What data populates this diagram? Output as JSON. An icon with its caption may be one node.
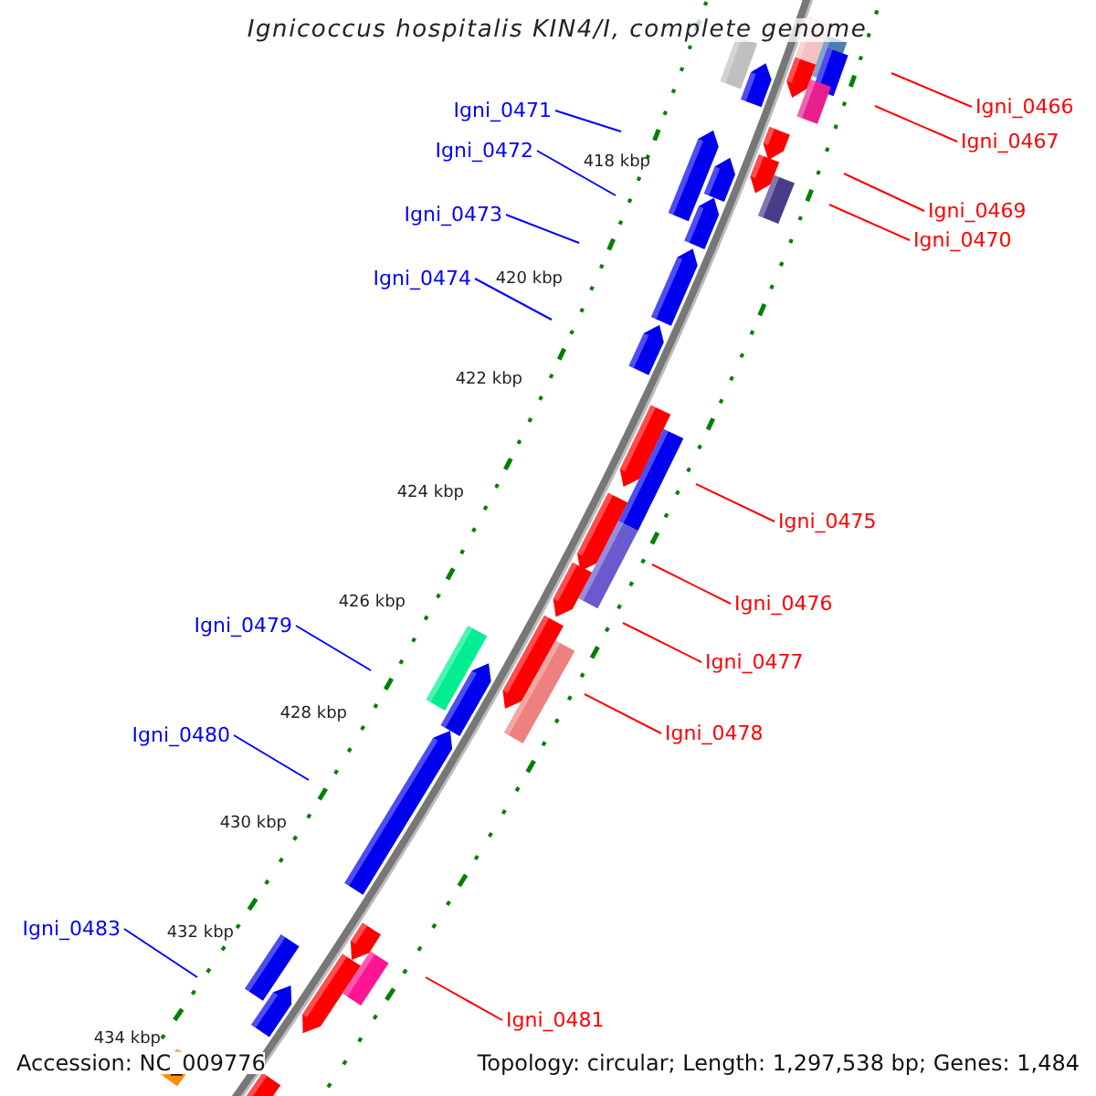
{
  "diagram": {
    "title": "Ignicoccus hospitalis KIN4/I, complete genome",
    "nodes": [
      {
        "text": [
          "Igni_0466"
        ]
      },
      {
        "text": [
          "Igni_0471"
        ]
      },
      {
        "text": [
          "Igni_0467"
        ]
      },
      {
        "text": [
          "Igni_0472"
        ]
      },
      {
        "text": [
          "Igni_0469"
        ]
      },
      {
        "text": [
          "Igni_0473"
        ]
      },
      {
        "text": [
          "Igni_0470"
        ]
      },
      {
        "text": [
          "Igni_0474"
        ]
      },
      {
        "text": [
          "Igni_0475"
        ]
      },
      {
        "text": [
          "Igni_0476"
        ]
      },
      {
        "text": [
          "Igni_0479"
        ]
      },
      {
        "text": [
          "Igni_0477"
        ]
      },
      {
        "text": [
          "Igni_0478"
        ]
      },
      {
        "text": [
          "Igni_0480"
        ]
      },
      {
        "text": [
          "Igni_0483"
        ]
      },
      {
        "text": [
          "Igni_0481"
        ]
      }
    ],
    "edges": [
      {
        "from": 0,
        "to": null,
        "arrow": "none"
      },
      {
        "from": 1,
        "to": null,
        "arrow": "none",
        "color": "#0000ff"
      },
      {
        "from": 2,
        "to": null,
        "arrow": "none"
      },
      {
        "from": 3,
        "to": null,
        "arrow": "none",
        "color": "#0000ff"
      },
      {
        "from": 4,
        "to": null,
        "arrow": "none"
      },
      {
        "from": 5,
        "to": null,
        "arrow": "none",
        "color": "#0000ff"
      },
      {
        "from": 6,
        "to": null,
        "arrow": "none"
      },
      {
        "from": 7,
        "to": null,
        "arrow": "none",
        "color": "#0000ff"
      },
      {
        "from": 8,
        "to": null,
        "arrow": "none"
      },
      {
        "from": 9,
        "to": null,
        "arrow": "none"
      },
      {
        "from": 10,
        "to": null,
        "arrow": "none",
        "color": "#0000ff"
      },
      {
        "from": 11,
        "to": null,
        "arrow": "none"
      },
      {
        "from": 12,
        "to": null,
        "arrow": "none"
      },
      {
        "from": 13,
        "to": null,
        "arrow": "none",
        "color": "#0000ff"
      },
      {
        "from": 14,
        "to": null,
        "arrow": "none",
        "color": "#0000ff"
      },
      {
        "from": 15,
        "to": null,
        "arrow": "none"
      }
    ],
    "labels": [
      "418 kbp",
      "420 kbp",
      "422 kbp",
      "424 kbp",
      "426 kbp",
      "428 kbp",
      "430 kbp",
      "432 kbp",
      "434 kbp",
      "Accession: NC_009776",
      "Topology: circular; Length: 1,297,538 bp; Genes: 1,484"
    ]
  }
}
